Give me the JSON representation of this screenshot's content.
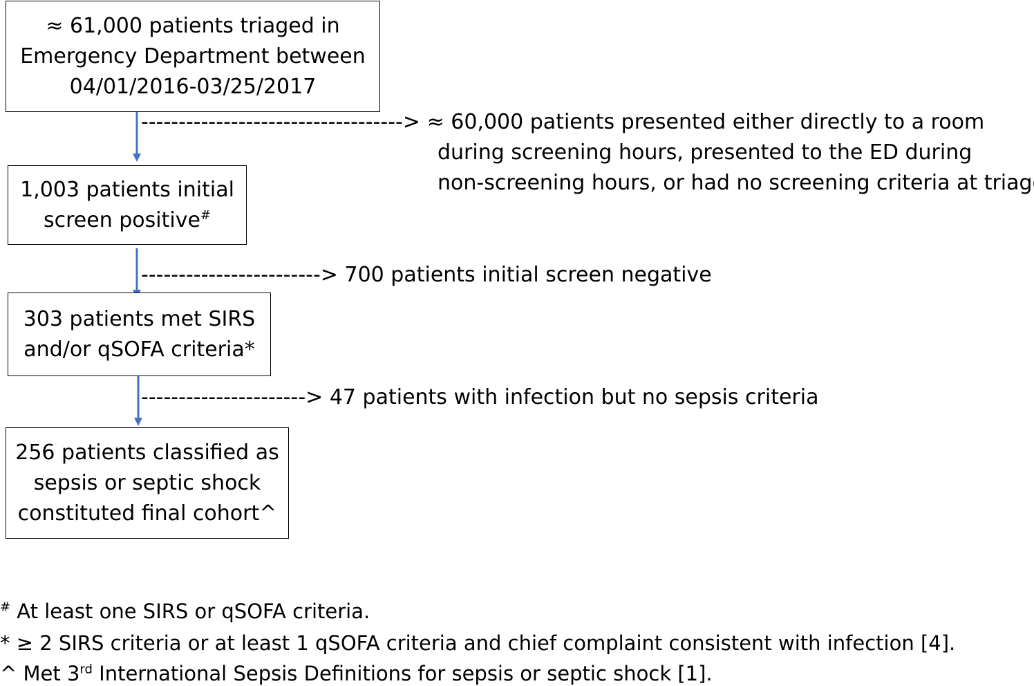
{
  "boxes": {
    "triaged": [
      "≈ 61,000 patients triaged in",
      "Emergency Department between",
      "04/01/2016-03/25/2017"
    ],
    "screen_positive": {
      "line1": "1,003 patients initial",
      "line2": "screen positive",
      "sup": "#"
    },
    "met_criteria": [
      "303 patients met SIRS",
      "and/or qSOFA criteria*"
    ],
    "final": [
      "256 patients classified as",
      "sepsis or septic shock",
      "constituted final cohort^"
    ]
  },
  "exclusions": {
    "first": {
      "arrow": "----------------------------------->",
      "lines": [
        "≈ 60,000 patients presented either directly to a room",
        "during screening hours, presented to the ED during",
        "non-screening hours, or had no screening criteria at triage"
      ]
    },
    "second": {
      "arrow": "------------------------>",
      "text": "700 patients initial screen negative"
    },
    "third": {
      "arrow": "---------------------->",
      "text": "47 patients with infection but no sepsis criteria"
    }
  },
  "footnotes": {
    "hash": {
      "mark": "#",
      "text": " At least one SIRS or qSOFA criteria."
    },
    "star": "* ≥ 2 SIRS criteria or at least 1 qSOFA criteria and chief complaint consistent with infection [4].",
    "caret": {
      "before": "^ Met 3",
      "sup": "rd",
      "after": " International Sepsis Definitions for sepsis or septic shock [1]."
    }
  },
  "colors": {
    "arrow": "#4472c4",
    "border": "#000000"
  }
}
